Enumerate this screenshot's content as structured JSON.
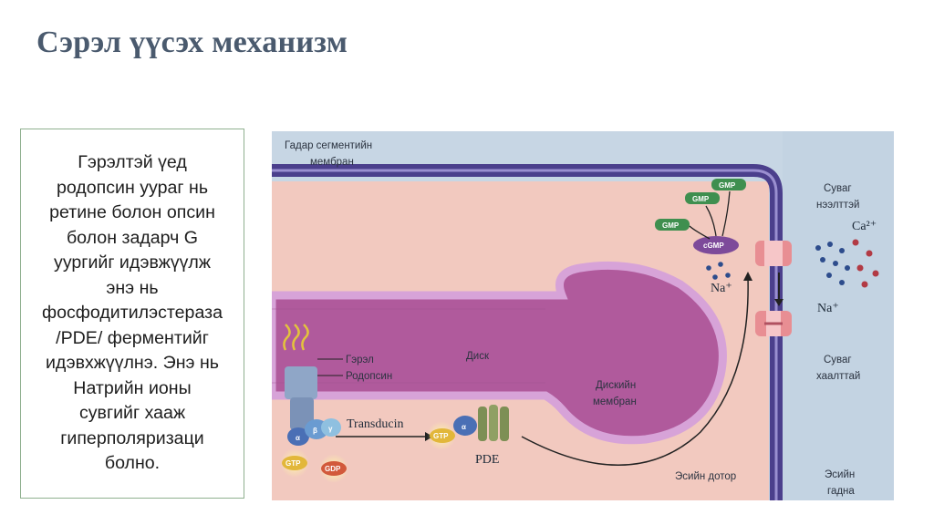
{
  "title": "Сэрэл үүсэх механизм",
  "explanation": "Гэрэлтэй үед\nродопсин уураг нь\nретине болон опсин\nболон задарч G\nуургийг идэвжүүлж\nэнэ нь\nфосфодитилэстераза\n/PDE/ ферментийг\nидэвхжүүлнэ. Энэ нь\nНатрийн ионы\nсувгийг хааж\nгиперполяризаци\nболно.",
  "diagram": {
    "labels": {
      "outer_membrane_line1": "Гадар сегментийн",
      "outer_membrane_line2": "мембран",
      "channel_open_line1": "Суваг",
      "channel_open_line2": "нээлттэй",
      "channel_closed_line1": "Суваг",
      "channel_closed_line2": "хаалттай",
      "light": "Гэрэл",
      "rhodopsin": "Родопсин",
      "disk": "Диск",
      "disk_membrane_line1": "Дискийн",
      "disk_membrane_line2": "мембран",
      "transducin": "Transducin",
      "pde": "PDE",
      "intracellular": "Эсийн дотор",
      "extracellular_line1": "Эсийн",
      "extracellular_line2": "гадна",
      "na_inside": "Na⁺",
      "na_outside": "Na⁺",
      "ca": "Ca²⁺",
      "gmp": "GMP",
      "cgmp": "cGMP",
      "gtp": "GTP",
      "gdp": "GDP",
      "alpha": "α",
      "beta": "β",
      "gamma": "γ"
    },
    "colors": {
      "extracellular": "#c7d6e4",
      "cytoplasm": "#f2c9bf",
      "membrane": "#4b3f8c",
      "membrane_inner": "#9a8fd0",
      "disk_fill": "#b05a9c",
      "disk_membrane": "#d7a3d8",
      "gmp_fill": "#3f8f4f",
      "gtp_fill": "#e2b73a",
      "gdp_fill": "#d2593b",
      "channel": "#e88e93",
      "na_ion": "#2d4c8c",
      "ca_ion": "#b23a44"
    }
  }
}
